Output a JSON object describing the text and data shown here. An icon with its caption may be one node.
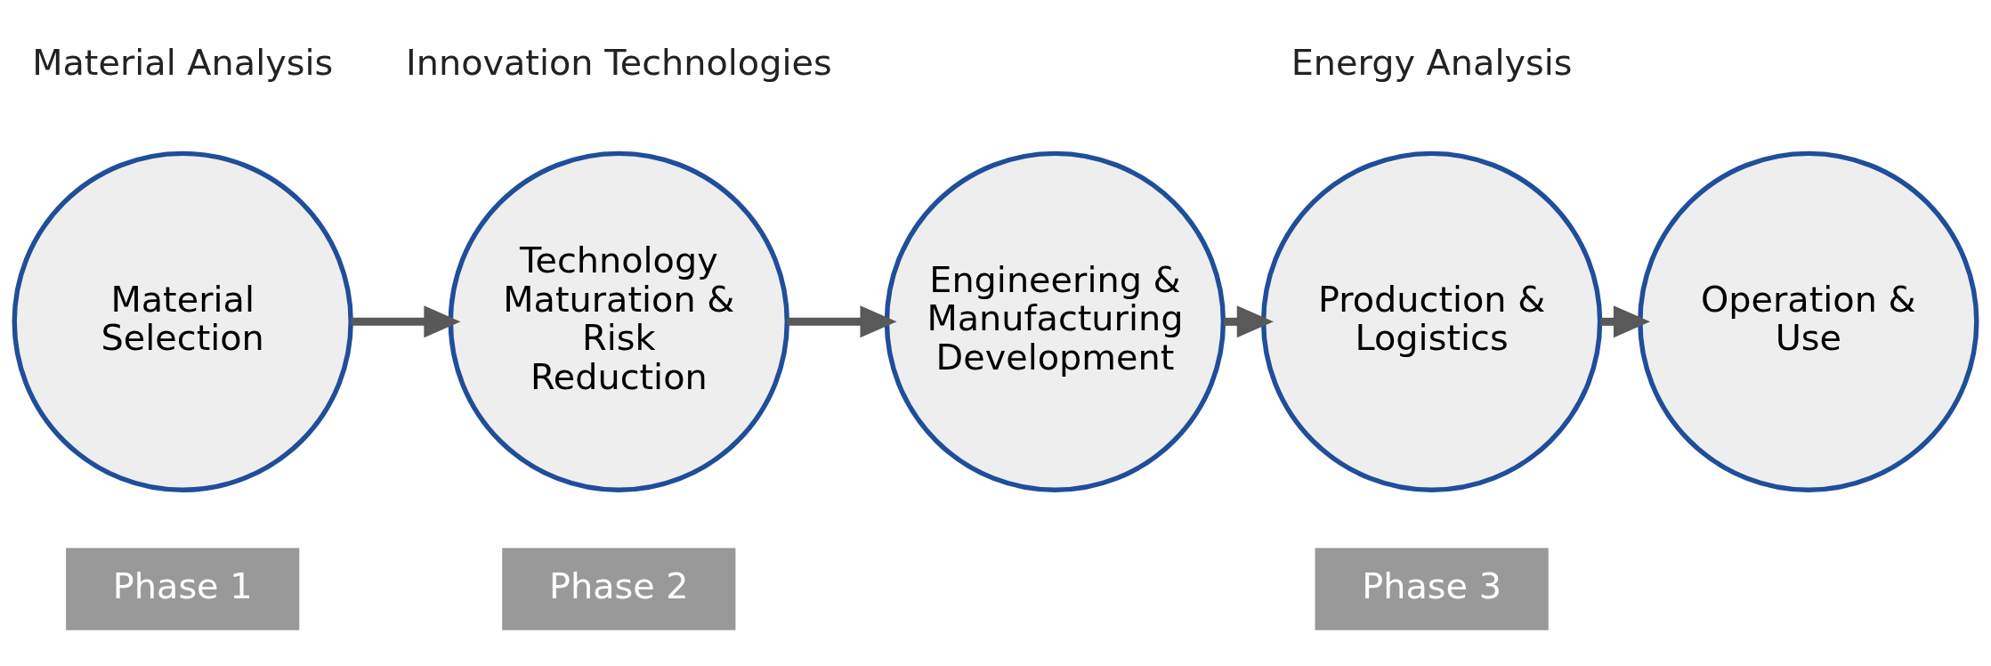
{
  "diagram": {
    "nodes": [
      {
        "text": [
          "Phase 1"
        ]
      },
      {
        "text": [
          "Phase 2"
        ]
      },
      {
        "text": [
          "Phase 3"
        ]
      },
      {
        "text": [
          "Material Selection"
        ]
      },
      {
        "text": [
          "Technology Maturation & Risk Reduction"
        ]
      },
      {
        "text": [
          "Engineering & Manufacturing Development"
        ]
      },
      {
        "text": [
          "Production & Logistics"
        ]
      },
      {
        "text": [
          "Operation & Use"
        ]
      }
    ],
    "edges": [
      {
        "from": 3,
        "to": 4,
        "arrow": "to"
      },
      {
        "from": 4,
        "to": 5,
        "arrow": "to"
      },
      {
        "from": 5,
        "to": 6,
        "arrow": "to"
      },
      {
        "from": 6,
        "to": 7,
        "arrow": "to"
      }
    ],
    "labels": [
      "Material Analysis",
      "Innovation Technologies",
      "Energy Analysis"
    ]
  }
}
